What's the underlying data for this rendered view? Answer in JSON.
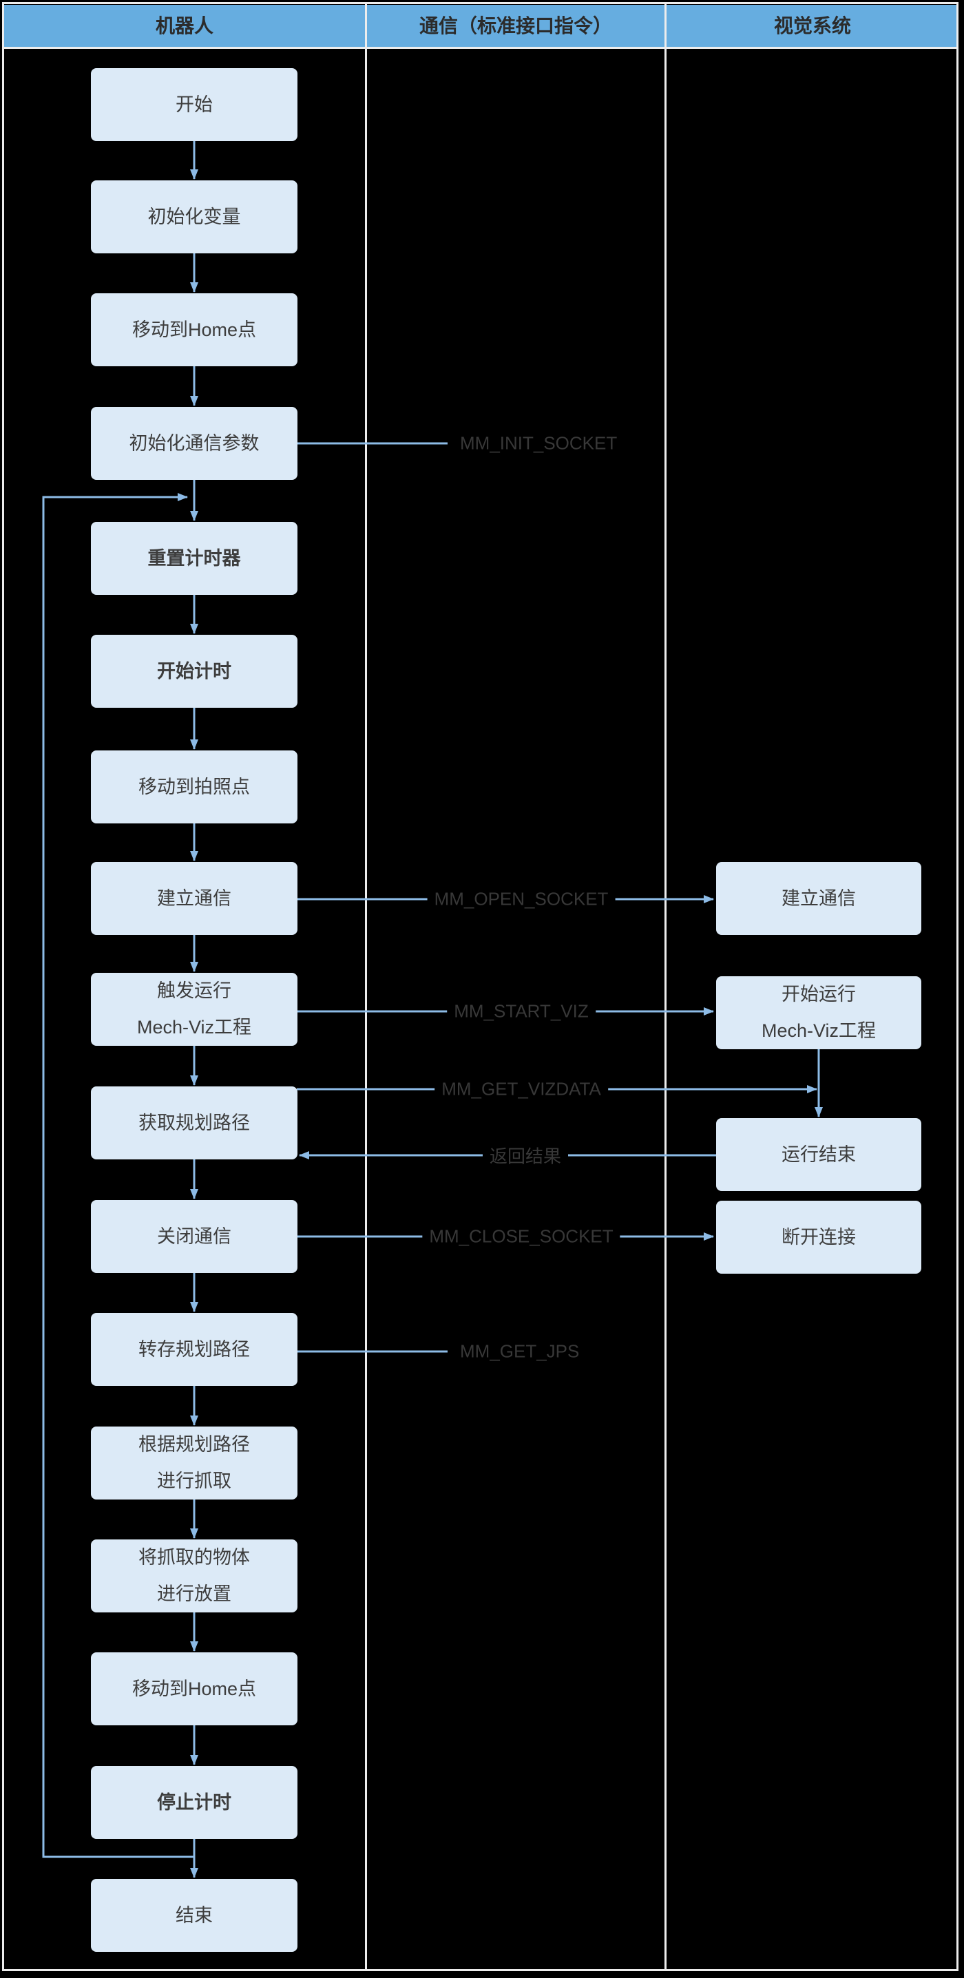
{
  "header": {
    "columns": [
      {
        "label": "机器人"
      },
      {
        "label": "通信（标准接口指令）"
      },
      {
        "label": "视觉系统"
      }
    ]
  },
  "robot_nodes": [
    {
      "label": "开始"
    },
    {
      "label": "初始化变量"
    },
    {
      "label": "移动到Home点"
    },
    {
      "label": "初始化通信参数"
    },
    {
      "label": "重置计时器",
      "bold": true
    },
    {
      "label": "开始计时",
      "bold": true
    },
    {
      "label": "移动到拍照点"
    },
    {
      "label": "建立通信"
    },
    {
      "label": "触发运行\nMech-Viz工程"
    },
    {
      "label": "获取规划路径"
    },
    {
      "label": "关闭通信"
    },
    {
      "label": "转存规划路径"
    },
    {
      "label": "根据规划路径\n进行抓取"
    },
    {
      "label": "将抓取的物体\n进行放置"
    },
    {
      "label": "移动到Home点"
    },
    {
      "label": "停止计时",
      "bold": true
    },
    {
      "label": "结束"
    }
  ],
  "vision_nodes": [
    {
      "label": "建立通信"
    },
    {
      "label": "开始运行\nMech-Viz工程"
    },
    {
      "label": "运行结束"
    },
    {
      "label": "断开连接"
    }
  ],
  "messages": [
    {
      "label": "MM_INIT_SOCKET"
    },
    {
      "label": "MM_OPEN_SOCKET"
    },
    {
      "label": "MM_START_VIZ"
    },
    {
      "label": "MM_GET_VIZDATA"
    },
    {
      "label": "返回结果"
    },
    {
      "label": "MM_CLOSE_SOCKET"
    },
    {
      "label": "MM_GET_JPS"
    }
  ],
  "colors": {
    "background": "#000000",
    "header_fill": "#66ADE0",
    "header_text": "#2B2B2B",
    "node_fill": "#DCEAF7",
    "node_text": "#3D3D3D",
    "connector": "#8DBBE6",
    "label_text": "#383838",
    "frame": "#EDEDED"
  }
}
